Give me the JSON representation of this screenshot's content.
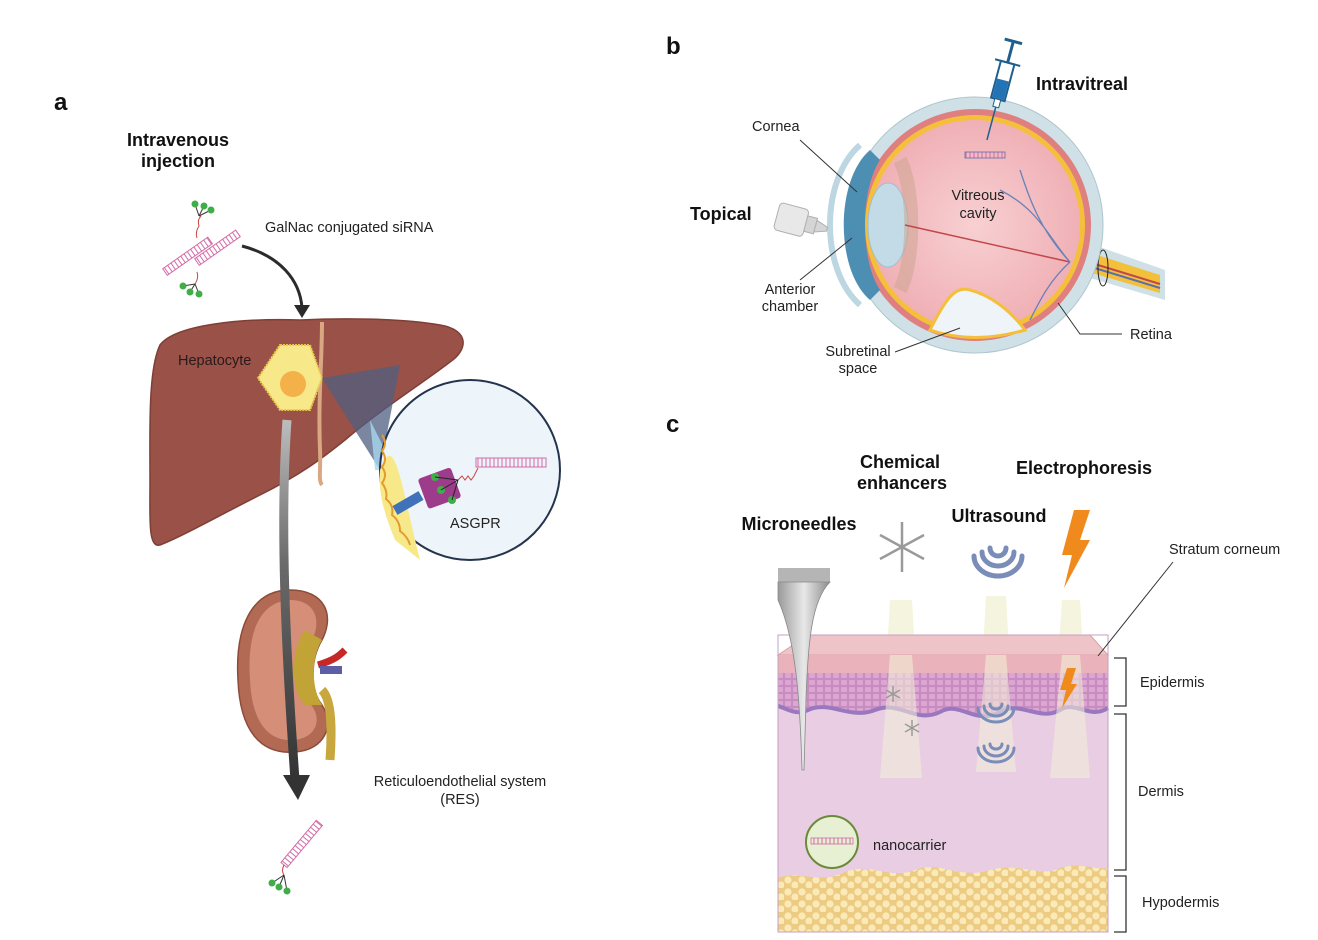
{
  "figure": {
    "panels": {
      "a": {
        "letter": "a",
        "route_title_line1": "Intravenous",
        "route_title_line2": "injection",
        "galnac_label": "GalNac conjugated siRNA",
        "hepatocyte_label": "Hepatocyte",
        "asgpr_label": "ASGPR",
        "res_label_line1": "Reticuloendothelial system",
        "res_label_line2": "(RES)"
      },
      "b": {
        "letter": "b",
        "intravitreal_label": "Intravitreal",
        "topical_label": "Topical",
        "cornea_label": "Cornea",
        "vitreous_line1": "Vitreous",
        "vitreous_line2": "cavity",
        "anterior_line1": "Anterior",
        "anterior_line2": "chamber",
        "subretinal_line1": "Subretinal",
        "subretinal_line2": "space",
        "retina_label": "Retina"
      },
      "c": {
        "letter": "c",
        "chemical_line1": "Chemical",
        "chemical_line2": "enhancers",
        "electrophoresis_label": "Electrophoresis",
        "microneedles_label": "Microneedles",
        "ultrasound_label": "Ultrasound",
        "stratum_label": "Stratum corneum",
        "epidermis_label": "Epidermis",
        "dermis_label": "Dermis",
        "hypodermis_label": "Hypodermis",
        "nanocarrier_label": "nanocarrier"
      }
    },
    "colors": {
      "liver": "#9a5147",
      "hepatocyte": "#f7e98a",
      "sirna": "#d46aa8",
      "galnac": "#3fae49",
      "arrow": "#3b3b3b",
      "eye_vitreous": "#f2b9bd",
      "sclera": "#cfe0e6",
      "retina": "#f4bf3b",
      "syringe": "#2474b5",
      "ultrasound": "#7a8db8",
      "lightning": "#f08a1d",
      "epidermis": "#c98cc0",
      "dermis": "#e8cde3",
      "hypodermis": "#f6e2a6"
    }
  }
}
